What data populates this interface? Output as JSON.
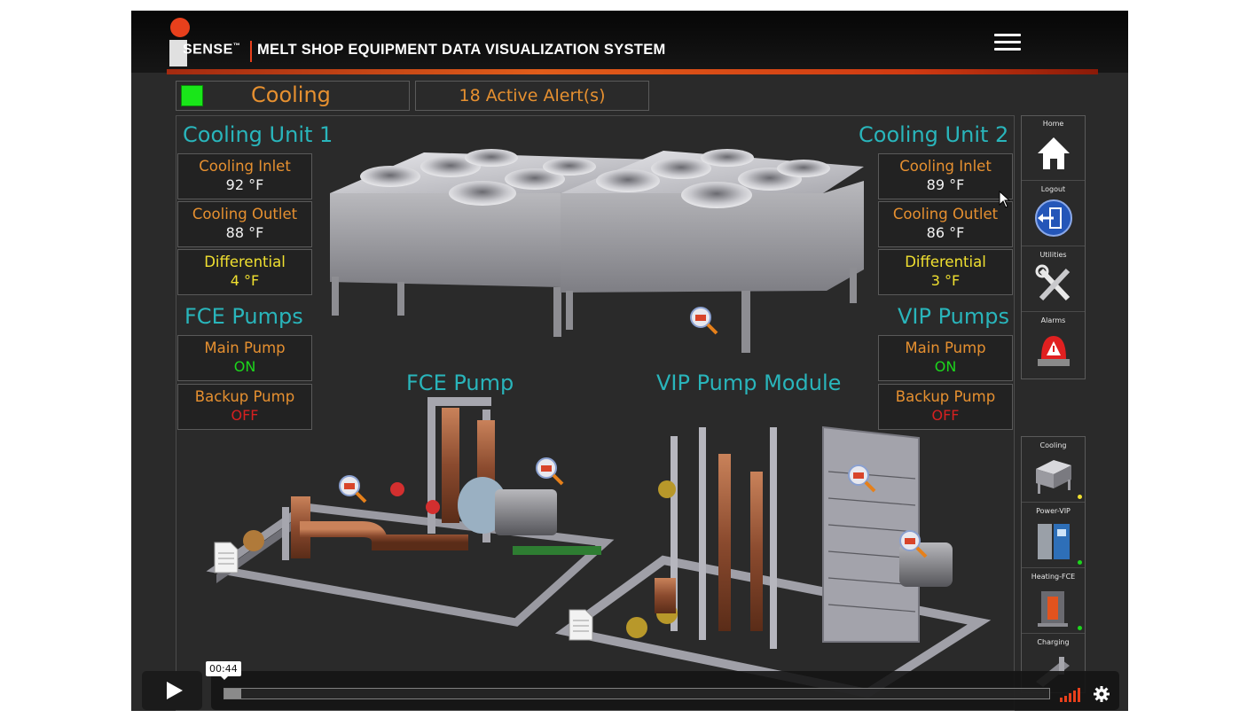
{
  "header": {
    "logo_text": "SENSE",
    "logo_tm": "™",
    "title": "MELT SHOP EQUIPMENT DATA VISUALIZATION SYSTEM",
    "menu_icon": "hamburger-menu-icon"
  },
  "status": {
    "mode_label": "Cooling",
    "mode_color": "#19e619",
    "alerts_text": "18  Active Alert(s)"
  },
  "cooling_unit_1": {
    "title": "Cooling Unit 1",
    "inlet": {
      "label": "Cooling Inlet",
      "value": "92  °F"
    },
    "outlet": {
      "label": "Cooling Outlet",
      "value": "88  °F"
    },
    "differential": {
      "label": "Differential",
      "value": "4  °F"
    }
  },
  "cooling_unit_2": {
    "title": "Cooling Unit 2",
    "inlet": {
      "label": "Cooling Inlet",
      "value": "89  °F"
    },
    "outlet": {
      "label": "Cooling Outlet",
      "value": "86  °F"
    },
    "differential": {
      "label": "Differential",
      "value": "3  °F"
    }
  },
  "fce_pumps": {
    "title": "FCE Pumps",
    "main": {
      "label": "Main Pump",
      "value": "ON"
    },
    "backup": {
      "label": "Backup Pump",
      "value": "OFF"
    }
  },
  "vip_pumps": {
    "title": "VIP Pumps",
    "main": {
      "label": "Main Pump",
      "value": "ON"
    },
    "backup": {
      "label": "Backup Pump",
      "value": "OFF"
    }
  },
  "equipment_titles": {
    "fce_pump": "FCE Pump",
    "vip_module": "VIP Pump Module"
  },
  "nav": [
    {
      "label": "Home",
      "icon": "home-icon"
    },
    {
      "label": "Logout",
      "icon": "logout-icon"
    },
    {
      "label": "Utilities",
      "icon": "tools-icon"
    },
    {
      "label": "Alarms",
      "icon": "alarm-beacon-icon"
    }
  ],
  "equipment_nav": [
    {
      "label": "Cooling",
      "icon": "cooling-unit-icon",
      "led": "#f0e030"
    },
    {
      "label": "Power-VIP",
      "icon": "power-cabinet-icon",
      "led": "#1cd61c"
    },
    {
      "label": "Heating-FCE",
      "icon": "furnace-icon",
      "led": "#1cd61c"
    },
    {
      "label": "Charging",
      "icon": "charging-icon",
      "led": "#1cd61c"
    }
  ],
  "player": {
    "timestamp": "00:44",
    "progress": 0.02
  },
  "colors": {
    "label_orange": "#e69030",
    "title_teal": "#29b5bb",
    "on_green": "#1cd61c",
    "off_red": "#d62020",
    "diff_yellow": "#f0e030"
  }
}
